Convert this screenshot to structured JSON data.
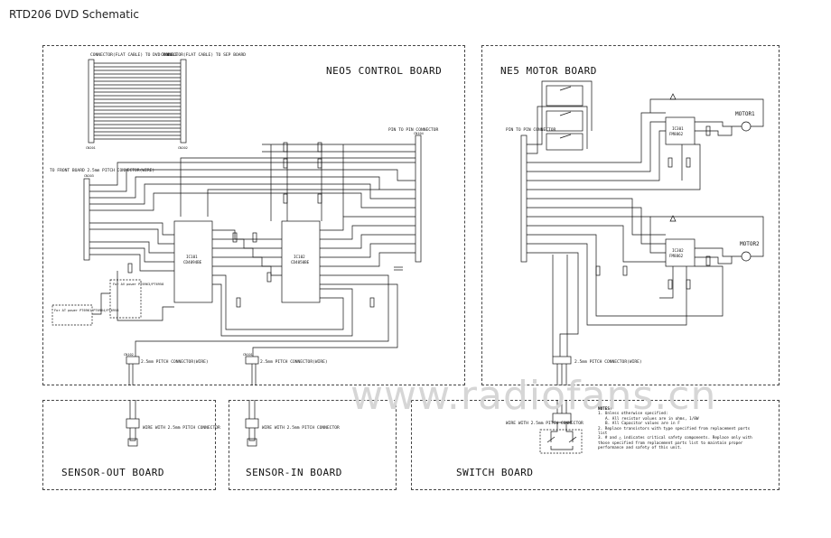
{
  "document": {
    "title": "RTD206 DVD Schematic"
  },
  "watermark": "www.radiofans.cn",
  "boards": {
    "control": {
      "title": "NEO5 CONTROL BOARD",
      "chips": {
        "ic101": "IC101",
        "ic101_part": "CD4094BE",
        "ic102": "IC102",
        "ic102_part": "CD4050BE"
      },
      "connectors": {
        "cn201": "CN201",
        "cn202": "CN202",
        "cn203": "CN203",
        "cn101": "CN101",
        "cn102": "CN102",
        "cn104": "CN104",
        "top_left_label": "CONNECTOR(FLAT CABLE) TO DVD MODULE",
        "top_right_label": "CONNECTOR(FLAT CABLE) TO SEP BOARD",
        "right_label": "PIN TO PIN CONNECTOR",
        "front_label": "TO FRONT BOARD 2.5mm PITCH CONNECTOR(WIRE)",
        "bottom_label": "2.5mm PITCH CONNECTOR(WIRE)"
      },
      "option_note": "For AV power PT6963/PT6958",
      "option_note2": "For AT power PT6961/PT6964/PT6958"
    },
    "motor": {
      "title": "NE5 MOTOR BOARD",
      "chips": {
        "ic301": "IC301",
        "ic302": "IC302",
        "part": "FM8862"
      },
      "motor1": "MOTOR1",
      "motor2": "MOTOR2",
      "connector_label": "PIN TO PIN CONNECTOR",
      "bottom_label": "2.5mm PITCH CONNECTOR(WIRE)"
    },
    "sensor_out": {
      "title": "SENSOR-OUT BOARD",
      "connector_label": "WIRE WITH 2.5mm PITCH CONNECTOR"
    },
    "sensor_in": {
      "title": "SENSOR-IN BOARD",
      "connector_label": "WIRE WITH 2.5mm PITCH CONNECTOR"
    },
    "switch": {
      "title": "SWITCH BOARD",
      "connector_label": "WIRE WITH 2.5mm PITCH CONNECTOR"
    }
  },
  "notes": {
    "heading": "NOTES:",
    "n1": "1. Unless otherwise specified:",
    "n1a": "A. All resistor values are in ohms, 1/8W",
    "n1b": "B. All Capacitor values are in F",
    "n2": "2. Replace transistors with type specified from replacement parts list",
    "n3": "3. # and △ indicates critical safety components. Replace only with those specified from replacement parts list to maintain proper performance and safety of this unit."
  }
}
